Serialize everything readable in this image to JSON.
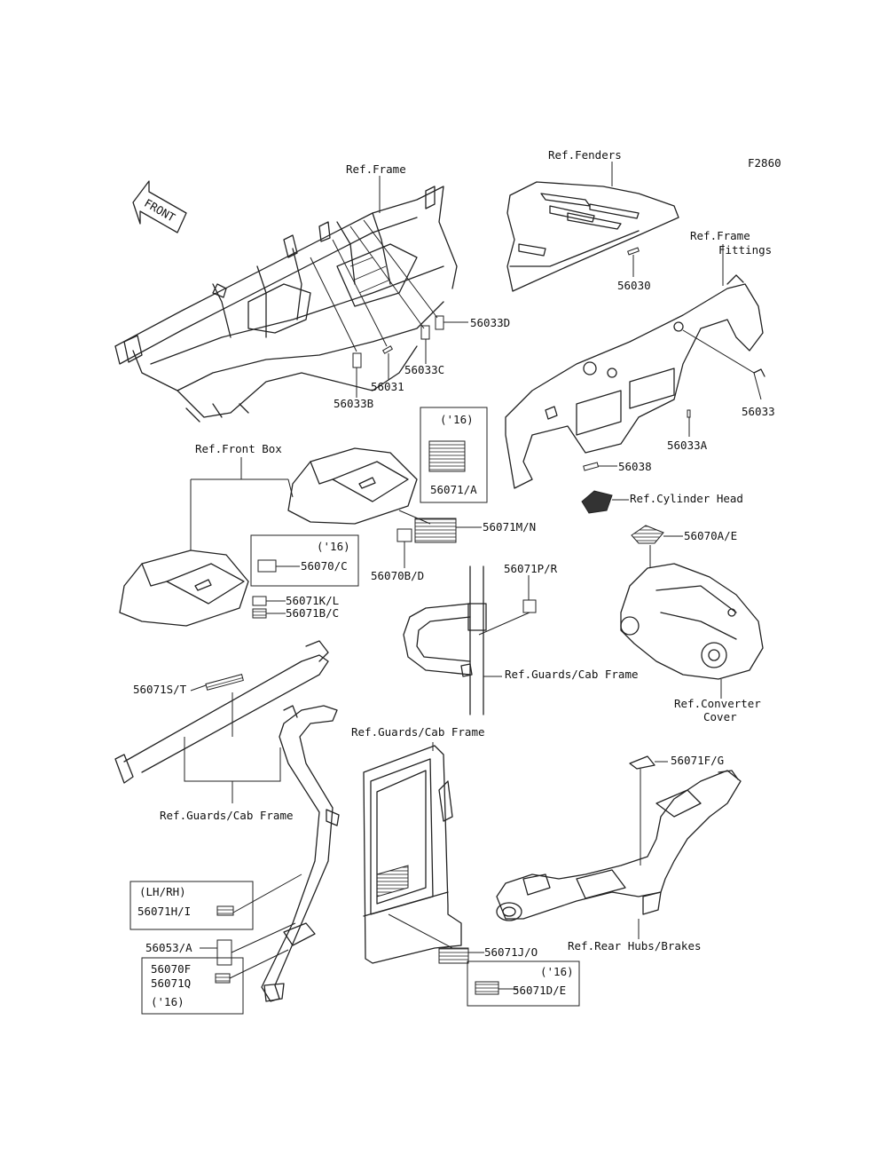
{
  "figure_code": "F2860",
  "front_arrow": "FRONT",
  "refs": {
    "frame": "Ref.Frame",
    "fenders": "Ref.Fenders",
    "frame_fittings_1": "Ref.Frame",
    "frame_fittings_2": "Fittings",
    "front_box": "Ref.Front Box",
    "cylinder_head": "Ref.Cylinder Head",
    "guards_cab_1": "Ref.Guards/Cab Frame",
    "guards_cab_2": "Ref.Guards/Cab Frame",
    "guards_cab_3": "Ref.Guards/Cab Frame",
    "converter_1": "Ref.Converter",
    "converter_2": "Cover",
    "rear_hubs": "Ref.Rear Hubs/Brakes"
  },
  "parts": {
    "p56030": "56030",
    "p56033D": "56033D",
    "p56033C": "56033C",
    "p56031": "56031",
    "p56033B": "56033B",
    "p56033": "56033",
    "p56033A": "56033A",
    "p56038": "56038",
    "p56070AE": "56070A/E",
    "p56071A": "56071/A",
    "p56071MN": "56071M/N",
    "p56070BD": "56070B/D",
    "p56070C": "56070/C",
    "p56071KL": "56071K/L",
    "p56071BC": "56071B/C",
    "p56071PR": "56071P/R",
    "p56071ST": "56071S/T",
    "p56071FG": "56071F/G",
    "p56071HI": "56071H/I",
    "p56053A": "56053/A",
    "p56070F": "56070F",
    "p56071Q": "56071Q",
    "p56071JO": "56071J/O",
    "p56071DE": "56071D/E"
  },
  "notes": {
    "y16_a": "('16)",
    "y16_b": "('16)",
    "y16_c": "('16)",
    "y16_d": "('16)",
    "lhrh": "(LH/RH)"
  }
}
